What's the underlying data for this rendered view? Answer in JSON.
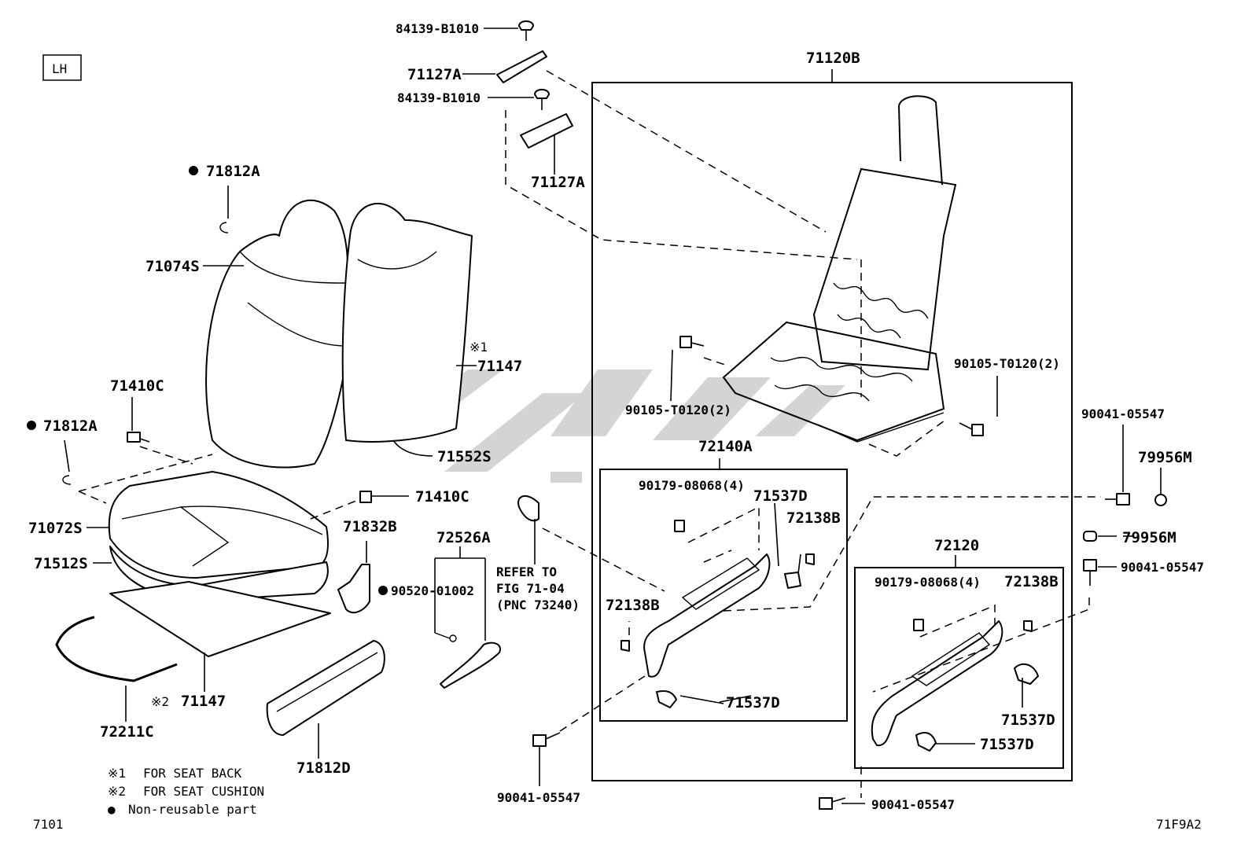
{
  "side_tag": "LH",
  "figure_code": "7101",
  "illustration_code": "71F9A2",
  "labels": {
    "p84139_top": "84139-B1010",
    "p71127A_top": "71127A",
    "p84139_mid": "84139-B1010",
    "p71127A_mid": "71127A",
    "p71120B": "71120B",
    "p71812A_top": "71812A",
    "p71074S": "71074S",
    "p71147_back": "71147",
    "p71147_back_mark": "※1",
    "p71410C_left": "71410C",
    "p71812A_left": "71812A",
    "p71552S": "71552S",
    "p90105_left": "90105-T0120(2)",
    "p90105_right": "90105-T0120(2)",
    "p72140A": "72140A",
    "p90041_r1": "90041-05547",
    "p79956M_r1": "79956M",
    "p71410C_right": "71410C",
    "p71072S": "71072S",
    "p71832B": "71832B",
    "p72526A": "72526A",
    "p90179_left": "90179-08068(4)",
    "p71537D_top": "71537D",
    "p72138B_top": "72138B",
    "p79956M_r2": "79956M",
    "p90041_r2": "90041-05547",
    "p71512S": "71512S",
    "p90520": "90520-01002",
    "refer_line1": "REFER TO",
    "refer_line2": "FIG 71-04",
    "refer_line3": "(PNC 73240)",
    "p72138B_left": "72138B",
    "p72120": "72120",
    "p90179_right": "90179-08068(4)",
    "p72138B_right": "72138B",
    "p71537D_bottom_left": "71537D",
    "p71537D_right": "71537D",
    "p71537D_bottom_right": "71537D",
    "p71147_cushion": "71147",
    "p71147_cushion_mark": "※2",
    "p72211C": "72211C",
    "p71812D": "71812D",
    "p90041_bottom_left": "90041-05547",
    "p90041_bottom_right": "90041-05547"
  },
  "legend": [
    {
      "mark": "※1",
      "text": "FOR SEAT BACK"
    },
    {
      "mark": "※2",
      "text": "FOR SEAT CUSHION"
    },
    {
      "mark": "●",
      "text": "Non-reusable part"
    }
  ]
}
